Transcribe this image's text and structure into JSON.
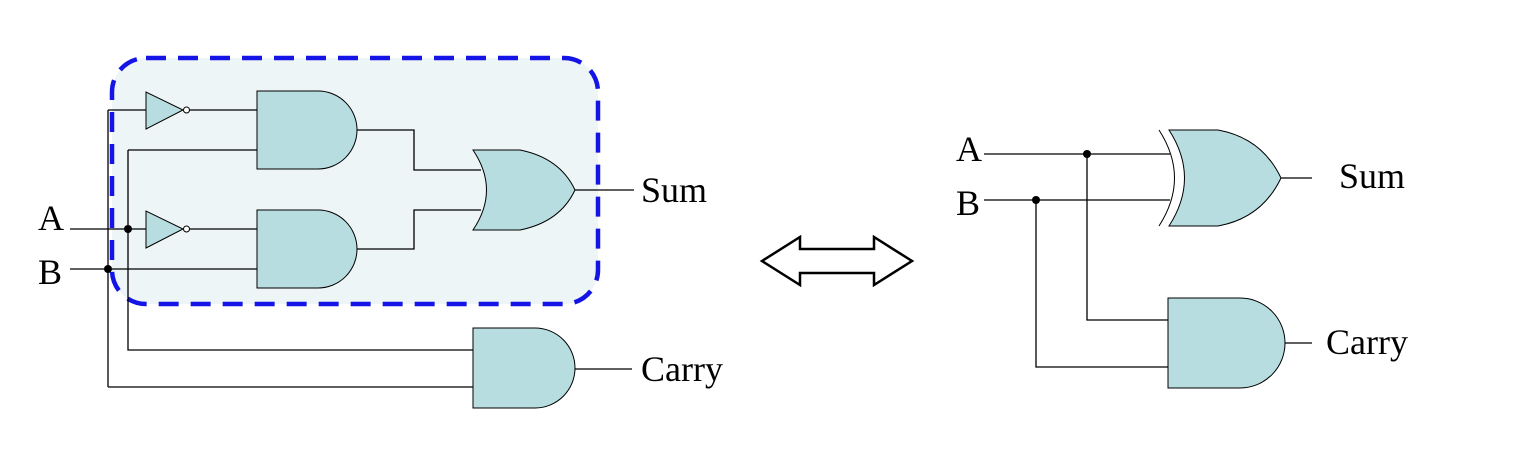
{
  "colors": {
    "gate_fill": "#b8dde0",
    "highlight_fill": "#eef5f6",
    "highlight_border": "#1414e6",
    "wire": "#000000"
  },
  "left_circuit": {
    "input_a": "A",
    "input_b": "B",
    "output_sum": "Sum",
    "output_carry": "Carry",
    "gates": [
      "not",
      "not",
      "and",
      "and",
      "or",
      "and"
    ]
  },
  "equivalence_symbol": "double-arrow-icon",
  "right_circuit": {
    "input_a": "A",
    "input_b": "B",
    "output_sum": "Sum",
    "output_carry": "Carry",
    "gates": [
      "xor",
      "and"
    ]
  }
}
